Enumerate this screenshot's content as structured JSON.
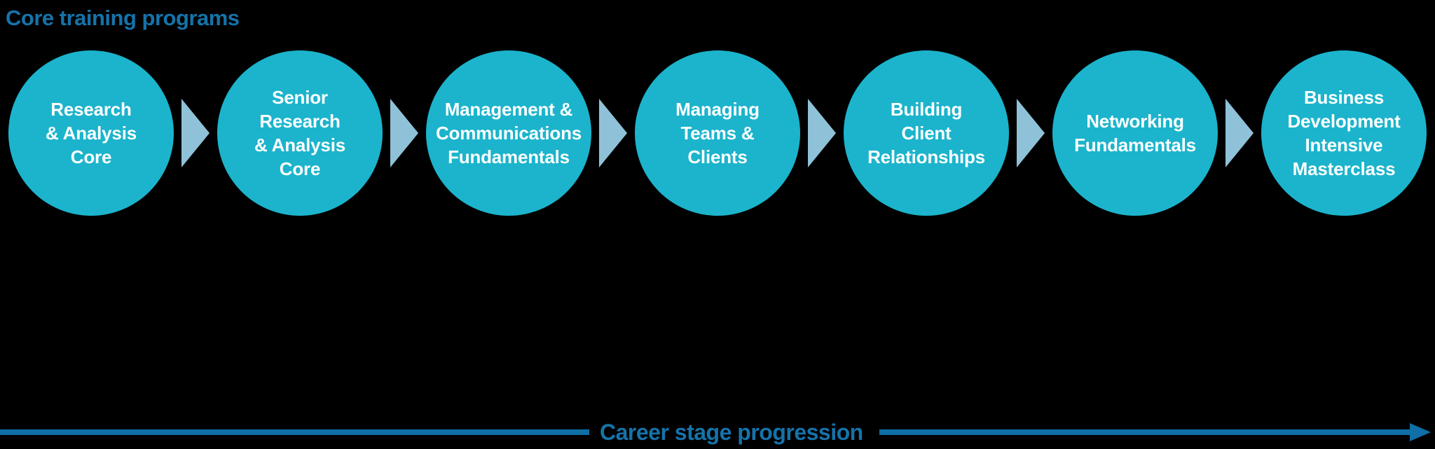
{
  "title": "Core training programs",
  "colors": {
    "background": "#000000",
    "circle-fill": "#1bb4cc",
    "connector": "#8fc2d8",
    "title-blue": "#1573aa",
    "axis-blue": "#0f6fa6",
    "circle-text": "#ffffff"
  },
  "circles": [
    {
      "label": "Research\n& Analysis\nCore"
    },
    {
      "label": "Senior\nResearch\n& Analysis\nCore"
    },
    {
      "label": "Management &\nCommunications\nFundamentals"
    },
    {
      "label": "Managing\nTeams &\nClients"
    },
    {
      "label": "Building\nClient\nRelationships"
    },
    {
      "label": "Networking\nFundamentals"
    },
    {
      "label": "Business\nDevelopment\nIntensive\nMasterclass"
    }
  ],
  "axis": {
    "label": "Career stage progression"
  }
}
